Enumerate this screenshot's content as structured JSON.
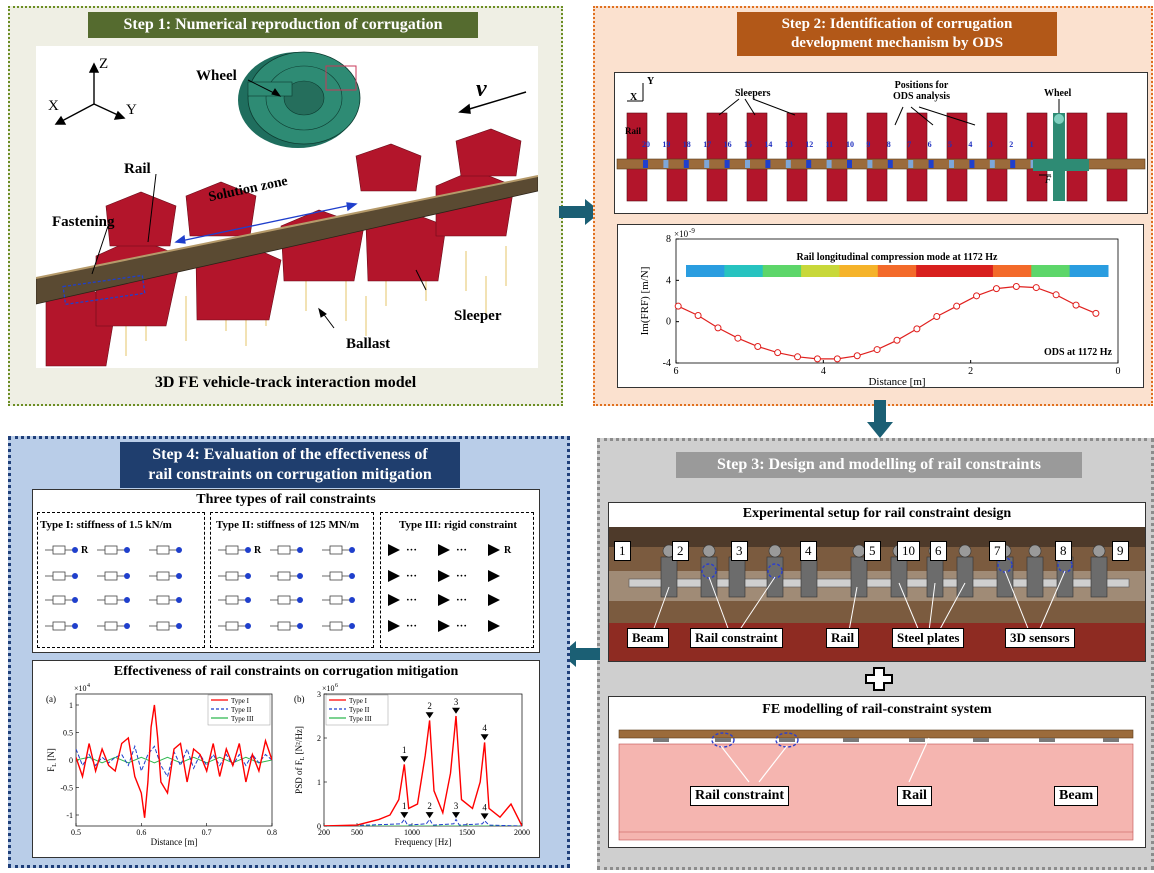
{
  "colors": {
    "step1": "#556b2f",
    "step2": "#b25818",
    "step3": "#9a9a9a",
    "step4": "#1f3e6e",
    "arrow": "#1b5f74",
    "sleeper": "#b3152b",
    "wheel": "#2e8b74"
  },
  "step1": {
    "title": "Step 1: Numerical reproduction of corrugation",
    "axes": {
      "z": "Z",
      "x": "X",
      "y": "Y"
    },
    "labels": {
      "wheel": "Wheel",
      "v": "v",
      "rail": "Rail",
      "solution_zone": "Solution zone",
      "fastening": "Fastening",
      "sleeper": "Sleeper",
      "ballast": "Ballast"
    },
    "caption": "3D FE vehicle-track interaction model"
  },
  "step2": {
    "title_line1": "Step 2: Identification of corrugation",
    "title_line2": "development mechanism by ODS",
    "track": {
      "x": "X",
      "y": "Y",
      "sleepers": "Sleepers",
      "positions_line1": "Positions for",
      "positions_line2": "ODS analysis",
      "wheel": "Wheel",
      "rail": "Rail",
      "force": "F",
      "numbers": [
        "20",
        "19",
        "18",
        "17",
        "16",
        "15",
        "14",
        "13",
        "12",
        "11",
        "10",
        "9",
        "8",
        "7",
        "6",
        "5",
        "4",
        "3",
        "2",
        "1"
      ]
    },
    "chart_title": "Rail longitudinal compression mode at 1172 Hz",
    "ods_label": "ODS at 1172 Hz"
  },
  "step3": {
    "title": "Step 3: Design and modelling of  rail constraints",
    "exp_title": "Experimental setup for rail constraint design",
    "photo_numbers": [
      "1",
      "2",
      "3",
      "4",
      "5",
      "10",
      "6",
      "7",
      "8",
      "9"
    ],
    "photo_tags": [
      "Beam",
      "Rail constraint",
      "Rail",
      "Steel plates",
      "3D sensors"
    ],
    "fe_title": "FE modelling of rail-constraint system",
    "fe_tags": [
      "Rail constraint",
      "Rail",
      "Beam"
    ]
  },
  "step4": {
    "title_line1": "Step 4: Evaluation of the effectiveness of",
    "title_line2": "rail constraints on corrugation mitigation",
    "types_title": "Three types of rail constraints",
    "type1": "Type I: stiffness of 1.5 kN/m",
    "type2": "Type II: stiffness of 125 MN/m",
    "type3": "Type III: rigid constraint",
    "r_label": "R",
    "dots": "···",
    "effect_title": "Effectiveness of rail constraints on corrugation mitigation",
    "panel_a": "(a)",
    "panel_b": "(b)"
  },
  "chart_data": [
    {
      "type": "line",
      "title": "",
      "xlabel": "Distance  [m]",
      "ylabel": "Im(FRF)  [m/N]",
      "scale_label": "×10",
      "scale_exp": "-9",
      "xlim": [
        6,
        0
      ],
      "ylim": [
        -4,
        8
      ],
      "xticks": [
        "6",
        "4",
        "2",
        "0"
      ],
      "yticks": [
        "8",
        "4",
        "0",
        "-4"
      ],
      "series": [
        {
          "values": [
            [
              5.97,
              1.5
            ],
            [
              5.7,
              0.6
            ],
            [
              5.43,
              -0.6
            ],
            [
              5.16,
              -1.6
            ],
            [
              4.89,
              -2.4
            ],
            [
              4.62,
              -3.0
            ],
            [
              4.35,
              -3.4
            ],
            [
              4.08,
              -3.6
            ],
            [
              3.81,
              -3.6
            ],
            [
              3.54,
              -3.3
            ],
            [
              3.27,
              -2.7
            ],
            [
              3.0,
              -1.8
            ],
            [
              2.73,
              -0.7
            ],
            [
              2.46,
              0.5
            ],
            [
              2.19,
              1.5
            ],
            [
              1.92,
              2.5
            ],
            [
              1.65,
              3.2
            ],
            [
              1.38,
              3.4
            ],
            [
              1.11,
              3.3
            ],
            [
              0.84,
              2.6
            ],
            [
              0.57,
              1.6
            ],
            [
              0.3,
              0.8
            ]
          ]
        }
      ]
    },
    {
      "type": "line",
      "xlabel": "Distance  [m]",
      "ylabel": "F",
      "ylabel_sub": "L",
      "ylabel_unit": "[N]",
      "scale_label": "×10",
      "scale_exp": "4",
      "xlim": [
        0.5,
        0.8
      ],
      "ylim": [
        -1.2,
        1.2
      ],
      "xticks": [
        "0.5",
        "0.6",
        "0.7",
        "0.8"
      ],
      "yticks": [
        "1",
        "0.5",
        "0",
        "-0.5",
        "-1"
      ],
      "series": [
        {
          "name": "Type I",
          "color": "#ff0000",
          "values": [
            [
              0.5,
              0.05
            ],
            [
              0.51,
              -0.3
            ],
            [
              0.52,
              0.3
            ],
            [
              0.53,
              -0.2
            ],
            [
              0.54,
              0.2
            ],
            [
              0.55,
              -0.1
            ],
            [
              0.56,
              -0.2
            ],
            [
              0.57,
              0.3
            ],
            [
              0.58,
              0.4
            ],
            [
              0.59,
              -0.3
            ],
            [
              0.6,
              -0.6
            ],
            [
              0.605,
              -1.05
            ],
            [
              0.61,
              -0.4
            ],
            [
              0.615,
              0.6
            ],
            [
              0.62,
              1.0
            ],
            [
              0.625,
              0.4
            ],
            [
              0.63,
              -0.4
            ],
            [
              0.64,
              -0.6
            ],
            [
              0.65,
              0.2
            ],
            [
              0.66,
              0.3
            ],
            [
              0.67,
              -0.4
            ],
            [
              0.68,
              0.2
            ],
            [
              0.69,
              0.1
            ],
            [
              0.7,
              -0.2
            ],
            [
              0.71,
              0.3
            ],
            [
              0.72,
              -0.3
            ],
            [
              0.73,
              0.2
            ],
            [
              0.74,
              -0.1
            ],
            [
              0.75,
              0.3
            ],
            [
              0.76,
              -0.4
            ],
            [
              0.77,
              0.1
            ],
            [
              0.78,
              -0.2
            ],
            [
              0.79,
              0.35
            ],
            [
              0.8,
              0.0
            ]
          ]
        },
        {
          "name": "Type II",
          "color": "#1f3fcc",
          "values": [
            [
              0.5,
              0.2
            ],
            [
              0.51,
              -0.1
            ],
            [
              0.52,
              0.1
            ],
            [
              0.53,
              -0.1
            ],
            [
              0.54,
              0.05
            ],
            [
              0.55,
              -0.05
            ],
            [
              0.56,
              0.05
            ],
            [
              0.57,
              0.1
            ],
            [
              0.58,
              -0.1
            ],
            [
              0.59,
              0.25
            ],
            [
              0.6,
              -0.2
            ],
            [
              0.61,
              0.1
            ],
            [
              0.62,
              0.25
            ],
            [
              0.63,
              -0.1
            ],
            [
              0.64,
              -0.3
            ],
            [
              0.65,
              0.15
            ],
            [
              0.66,
              -0.1
            ],
            [
              0.67,
              0.2
            ],
            [
              0.68,
              -0.15
            ],
            [
              0.69,
              0.1
            ],
            [
              0.7,
              -0.1
            ],
            [
              0.71,
              0.1
            ],
            [
              0.72,
              -0.1
            ],
            [
              0.73,
              0.1
            ],
            [
              0.74,
              -0.1
            ],
            [
              0.75,
              0.1
            ],
            [
              0.76,
              -0.1
            ],
            [
              0.77,
              0.1
            ],
            [
              0.78,
              -0.05
            ],
            [
              0.79,
              0.1
            ],
            [
              0.8,
              0.0
            ]
          ]
        },
        {
          "name": "Type III",
          "color": "#2fb84f",
          "values": [
            [
              0.5,
              0.0
            ],
            [
              0.52,
              0.05
            ],
            [
              0.54,
              -0.05
            ],
            [
              0.56,
              0.05
            ],
            [
              0.58,
              -0.05
            ],
            [
              0.6,
              0.05
            ],
            [
              0.62,
              -0.05
            ],
            [
              0.64,
              0.05
            ],
            [
              0.66,
              -0.05
            ],
            [
              0.68,
              0.05
            ],
            [
              0.7,
              -0.05
            ],
            [
              0.72,
              0.05
            ],
            [
              0.74,
              -0.05
            ],
            [
              0.76,
              0.05
            ],
            [
              0.78,
              -0.05
            ],
            [
              0.8,
              0.0
            ]
          ]
        }
      ]
    },
    {
      "type": "line",
      "xlabel": "Frequency  [Hz]",
      "ylabel": "PSD of F",
      "ylabel_sub": "L",
      "ylabel_unit": "[N²/Hz]",
      "scale_label": "×10",
      "scale_exp": "6",
      "xlim": [
        200,
        2000
      ],
      "ylim": [
        0,
        3
      ],
      "xticks": [
        "200",
        "500",
        "1000",
        "1500",
        "2000"
      ],
      "yticks": [
        "3",
        "2",
        "1",
        "0"
      ],
      "series": [
        {
          "name": "Type I",
          "color": "#ff0000",
          "values": [
            [
              200,
              0
            ],
            [
              500,
              0.02
            ],
            [
              700,
              0.15
            ],
            [
              800,
              0.25
            ],
            [
              880,
              0.6
            ],
            [
              930,
              1.4
            ],
            [
              970,
              0.4
            ],
            [
              1050,
              0.5
            ],
            [
              1120,
              1.6
            ],
            [
              1160,
              2.4
            ],
            [
              1200,
              0.8
            ],
            [
              1280,
              0.3
            ],
            [
              1350,
              1.2
            ],
            [
              1400,
              2.5
            ],
            [
              1450,
              0.6
            ],
            [
              1550,
              0.4
            ],
            [
              1620,
              1.0
            ],
            [
              1660,
              1.9
            ],
            [
              1700,
              0.4
            ],
            [
              1800,
              0.2
            ],
            [
              1900,
              0.5
            ],
            [
              2000,
              0
            ]
          ]
        },
        {
          "name": "Type II",
          "color": "#1f3fcc",
          "values": [
            [
              200,
              0
            ],
            [
              600,
              0.02
            ],
            [
              900,
              0.05
            ],
            [
              930,
              0.15
            ],
            [
              960,
              0.02
            ],
            [
              1130,
              0.05
            ],
            [
              1160,
              0.15
            ],
            [
              1190,
              0.02
            ],
            [
              1380,
              0.05
            ],
            [
              1400,
              0.15
            ],
            [
              1430,
              0.02
            ],
            [
              1640,
              0.05
            ],
            [
              1660,
              0.12
            ],
            [
              1700,
              0.02
            ],
            [
              2000,
              0
            ]
          ]
        },
        {
          "name": "Type III",
          "color": "#2fb84f",
          "values": [
            [
              200,
              0
            ],
            [
              2000,
              0
            ]
          ]
        }
      ],
      "peak_markers": [
        {
          "x": 930,
          "y": 1.45,
          "label": "1"
        },
        {
          "x": 1160,
          "y": 2.45,
          "label": "2"
        },
        {
          "x": 1400,
          "y": 2.55,
          "label": "3"
        },
        {
          "x": 1660,
          "y": 1.95,
          "label": "4"
        },
        {
          "x": 930,
          "y": 0.18,
          "label": "1"
        },
        {
          "x": 1160,
          "y": 0.18,
          "label": "2"
        },
        {
          "x": 1400,
          "y": 0.18,
          "label": "3"
        },
        {
          "x": 1660,
          "y": 0.15,
          "label": "4"
        }
      ]
    }
  ]
}
